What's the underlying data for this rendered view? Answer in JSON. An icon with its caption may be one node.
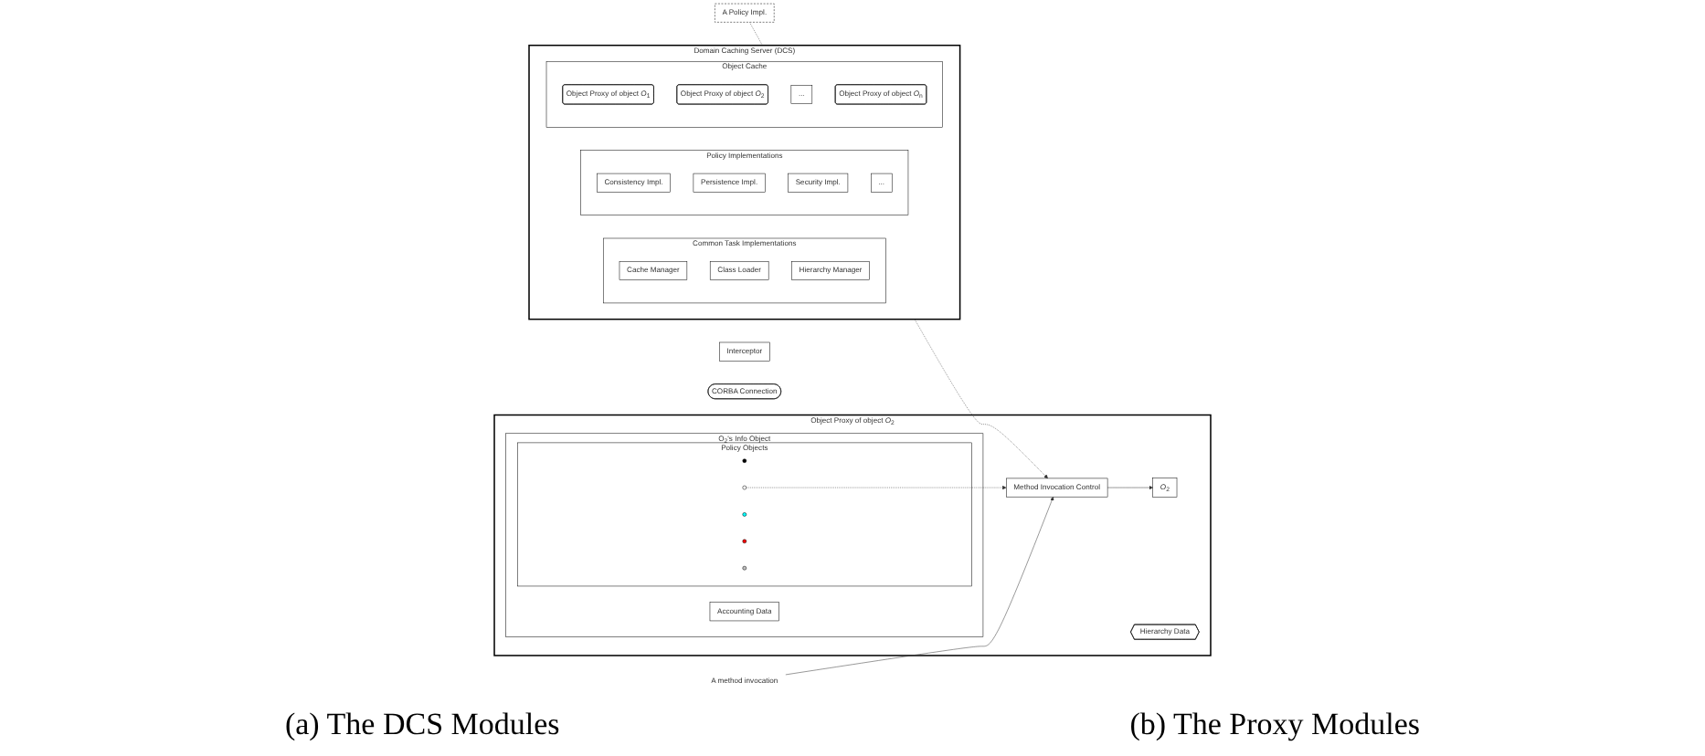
{
  "diagram": {
    "nodes": [
      {
        "text": [
          "Domain Caching Server (DCS)"
        ]
      },
      {
        "text": [
          "Object Cache"
        ],
        "in": 0
      },
      {
        "text": [
          "Object Proxy of object *O*$_{1}$"
        ],
        "in": 1
      },
      {
        "text": [
          "Object Proxy of object *O*$_{2}$"
        ],
        "in": 1
      },
      {
        "text": [
          "..."
        ],
        "in": 1
      },
      {
        "text": [
          "Object Proxy of object *O*$_{n}$"
        ],
        "in": 1
      },
      {
        "text": [
          "Policy Implementations"
        ],
        "in": 0
      },
      {
        "text": [
          "Consistency Impl."
        ],
        "in": 6
      },
      {
        "text": [
          "Persistence Impl."
        ],
        "in": 6
      },
      {
        "text": [
          "Security Impl."
        ],
        "in": 6
      },
      {
        "text": [
          "..."
        ],
        "in": 6
      },
      {
        "text": [
          "Common Task Implementations"
        ],
        "in": 0
      },
      {
        "text": [
          "Cache Manager"
        ],
        "in": 11
      },
      {
        "text": [
          "Class Loader"
        ],
        "in": 11
      },
      {
        "text": [
          "Hierarchy Manager"
        ],
        "in": 11
      },
      {
        "text": [
          "Interceptor"
        ]
      },
      {
        "text": [
          "CORBA Connection"
        ]
      },
      {
        "text": [
          "Object Proxy of object *O*$_{2}$"
        ]
      },
      {
        "text": [
          "*O*$_{2}$"
        ],
        "in": 17
      },
      {
        "text": [
          "Method Invocation Control"
        ],
        "in": 17
      },
      {
        "text": [
          "Hierarchy Data"
        ],
        "in": 17
      },
      {
        "text": [
          "O$_{2}$'s Info Object"
        ],
        "in": 17
      },
      {
        "text": [
          "Policy Objects"
        ],
        "in": 21
      },
      {
        "text": [],
        "shape": "circle",
        "in": 22
      },
      {
        "text": [],
        "shape": "circle",
        "in": 22
      },
      {
        "text": [],
        "shape": "circle",
        "in": 22
      },
      {
        "text": [],
        "shape": "circle",
        "in": 22
      },
      {
        "text": [],
        "shape": "circle",
        "in": 22
      },
      {
        "text": [
          "Accounting Data"
        ],
        "in": 21
      },
      {
        "text": [
          "A Policy Impl."
        ]
      },
      {
        "text": [
          "A method invocation"
        ]
      }
    ],
    "edges": [
      {
        "from": 19,
        "to": 18,
        "arrow": "to"
      },
      {
        "from": 29,
        "to": 19,
        "arrow": "to",
        "style": "dashed"
      },
      {
        "from": 24,
        "to": 19,
        "arrow": "to",
        "style": "dashed"
      },
      {
        "from": 30,
        "to": 19,
        "arrow": "to"
      }
    ],
    "labels": [
      "(a) The DCS Modules",
      "(b) The Proxy Modules"
    ]
  }
}
